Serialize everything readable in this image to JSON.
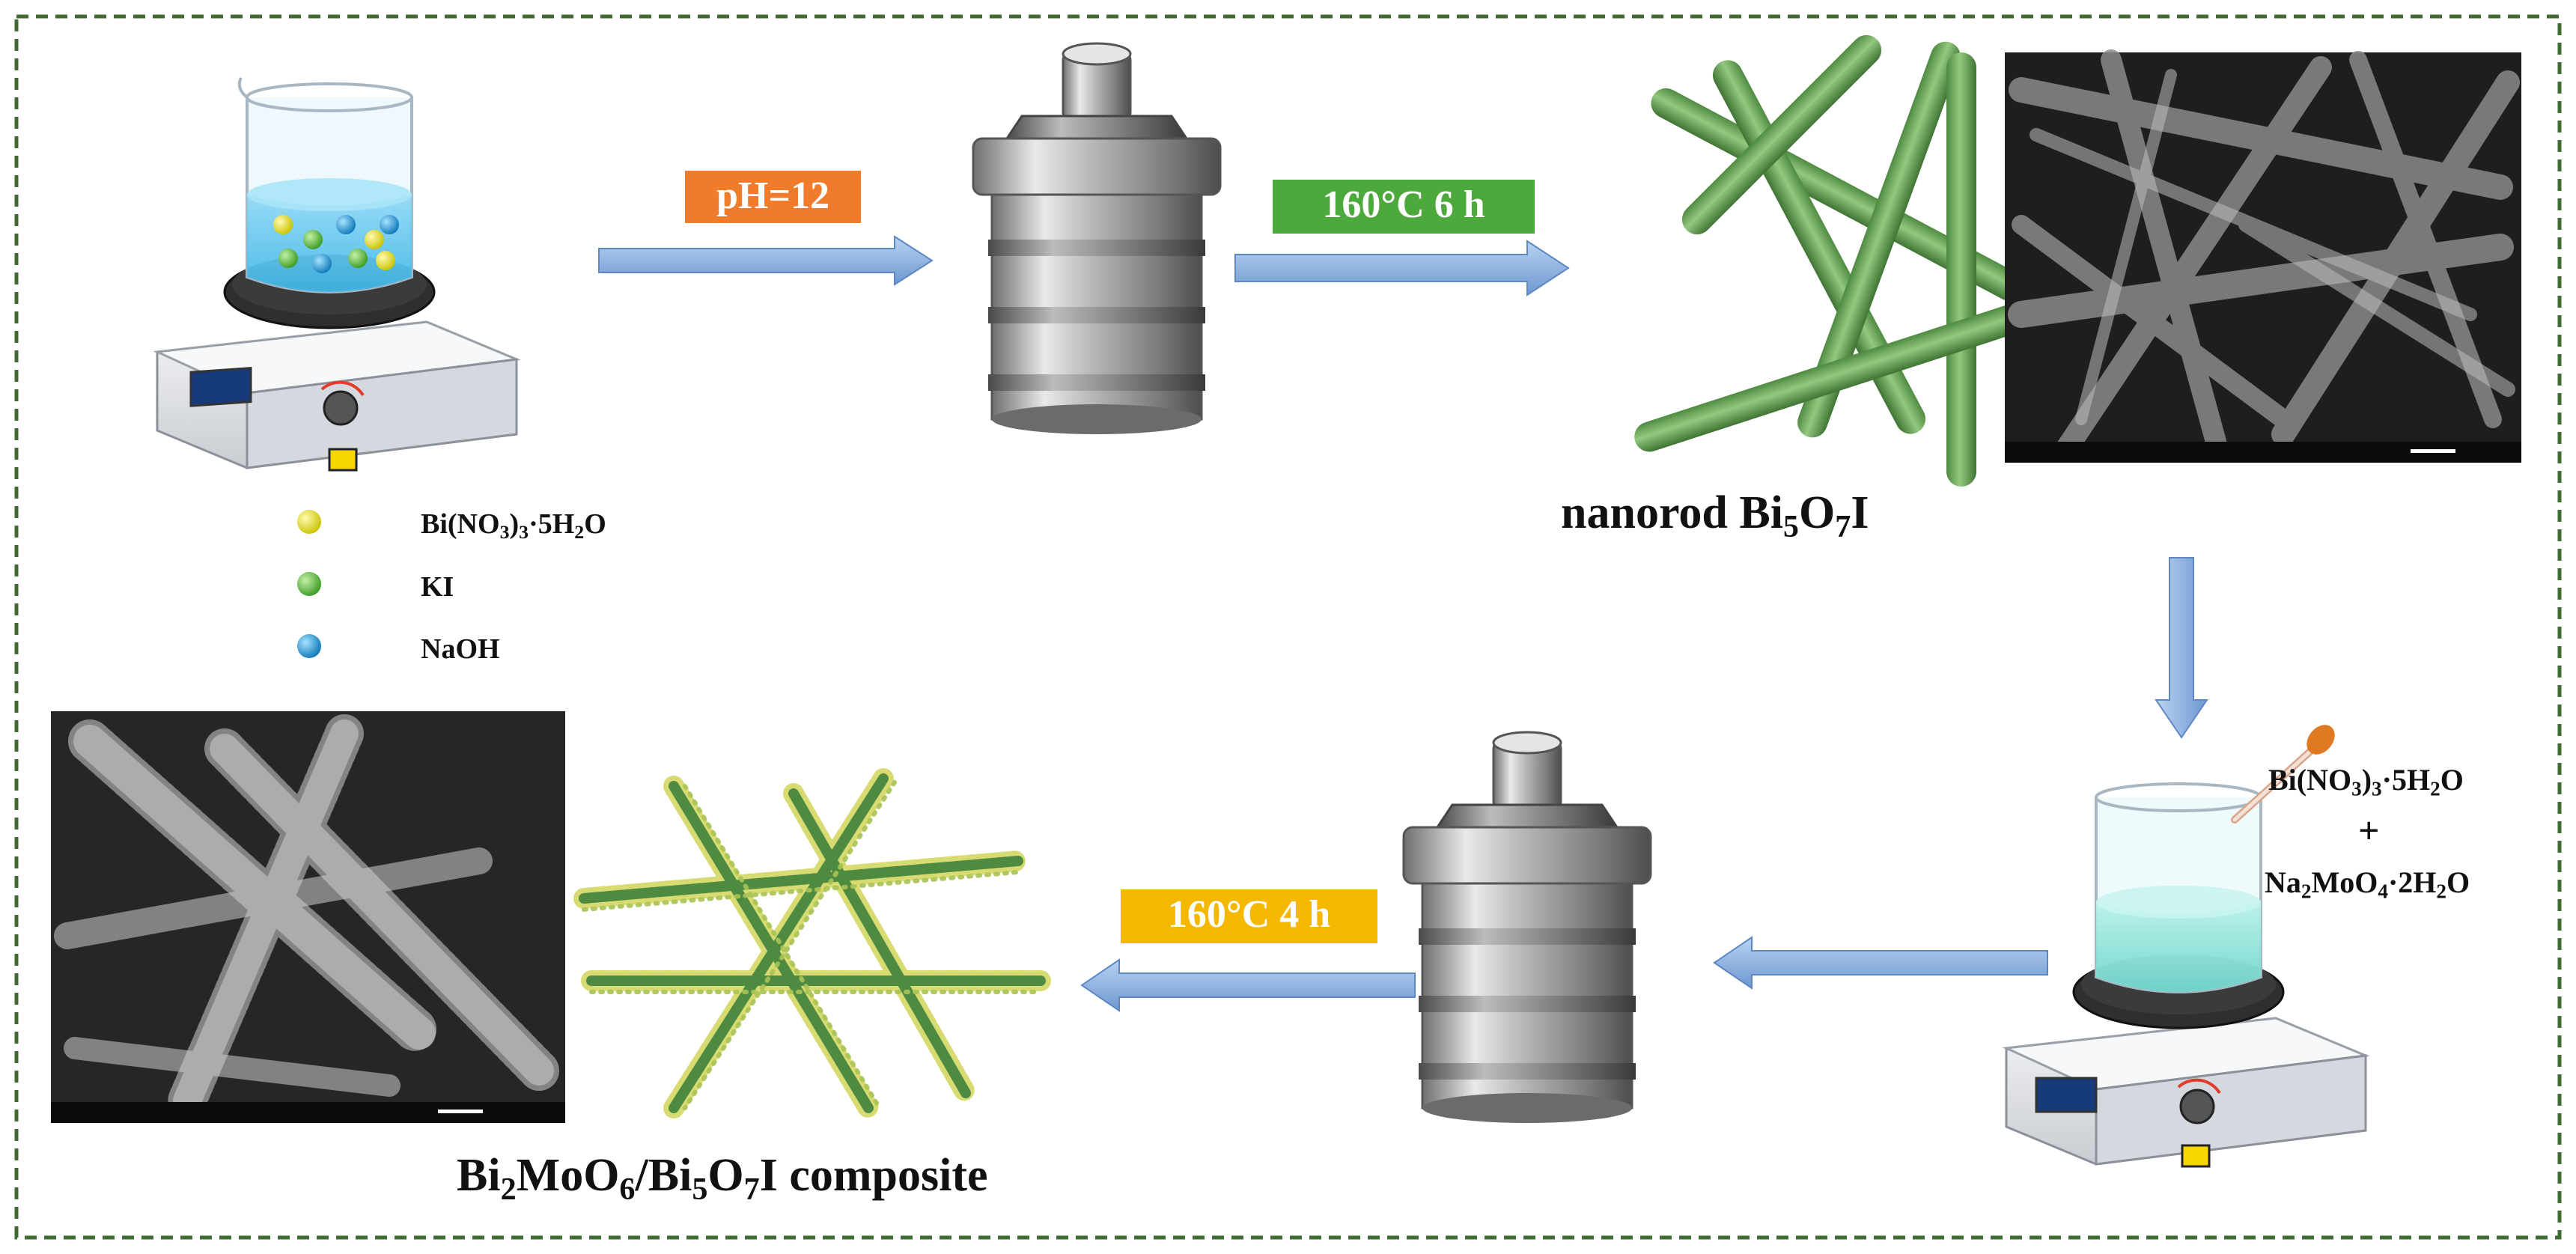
{
  "colors": {
    "frame": "#3d6b32",
    "arrow": "#8fb4e3",
    "step_ph": "#f07b2a",
    "step_first": "#4ea93d",
    "step_second": "#f5b800",
    "reagent_yellow": "#e6e21a",
    "reagent_green": "#5cb83c",
    "reagent_blue": "#1f9ad6",
    "rod": "#6aa65a"
  },
  "legend": [
    {
      "color": "yellow",
      "formula": "Bi(NO3)3·5H2O"
    },
    {
      "color": "green",
      "formula": "KI"
    },
    {
      "color": "blue",
      "formula": "NaOH"
    }
  ],
  "steps": {
    "ph": "pH=12",
    "hydrothermal_1": "160°C 6 h",
    "hydrothermal_2": "160°C 4 h"
  },
  "labels": {
    "nanorod_prefix": "nanorod Bi",
    "nanorod_sub1": "5",
    "nanorod_mid1": "O",
    "nanorod_sub2": "7",
    "nanorod_end": "I",
    "composite_b1": "Bi",
    "composite_s1": "2",
    "composite_b2": "MoO",
    "composite_s2": "6",
    "composite_b3": "/Bi",
    "composite_s3": "5",
    "composite_b4": "O",
    "composite_s4": "7",
    "composite_b5": "I composite"
  },
  "reagents_second": {
    "r1_a": "Bi(NO",
    "r1_s1": "3",
    "r1_b": ")",
    "r1_s2": "3",
    "r1_c": "·5H",
    "r1_s3": "2",
    "r1_d": "O",
    "plus": "+",
    "r2_a": "Na",
    "r2_s1": "2",
    "r2_b": "MoO",
    "r2_s2": "4",
    "r2_c": "·2H",
    "r2_s3": "2",
    "r2_d": "O"
  },
  "legend_text": {
    "bi_a": "Bi(NO",
    "bi_s1": "3",
    "bi_b": ")",
    "bi_s2": "3",
    "bi_c": "·5H",
    "bi_s3": "2",
    "bi_d": "O",
    "ki": "KI",
    "naoh": "NaOH"
  }
}
